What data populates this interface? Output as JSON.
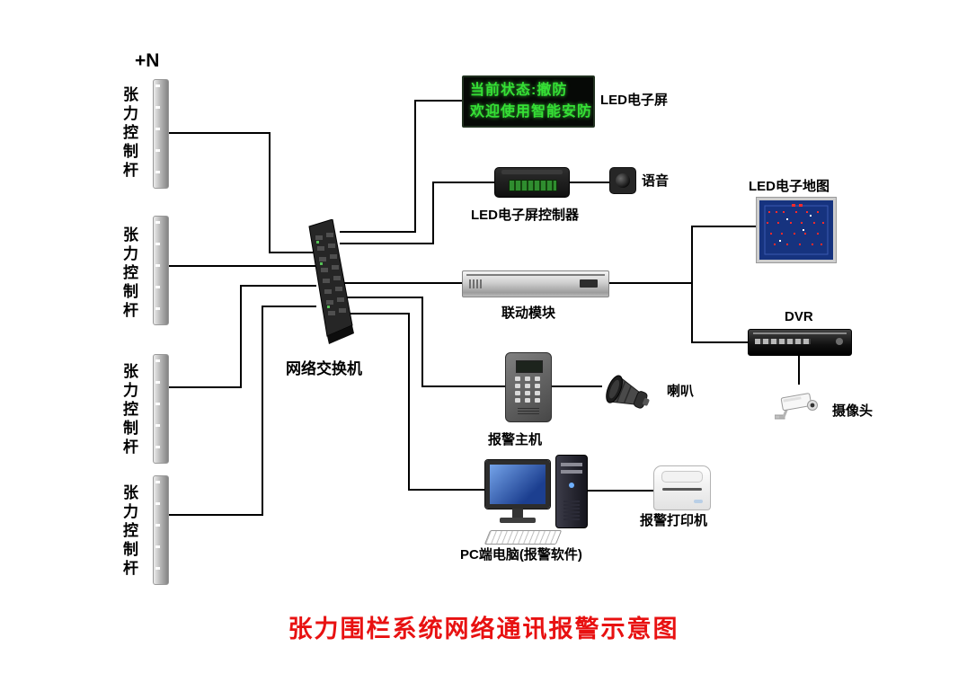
{
  "title": "张力围栏系统网络通讯报警示意图",
  "plus_n": "+N",
  "poles": [
    {
      "label": "张力控制杆"
    },
    {
      "label": "张力控制杆"
    },
    {
      "label": "张力控制杆"
    },
    {
      "label": "张力控制杆"
    }
  ],
  "network_switch": {
    "label": "网络交换机"
  },
  "led_screen": {
    "line1": "当前状态:撤防",
    "line2": "欢迎使用智能安防",
    "label": "LED电子屏"
  },
  "led_controller": {
    "label": "LED电子屏控制器"
  },
  "voice": {
    "label": "语音"
  },
  "linkage_module": {
    "label": "联动模块"
  },
  "led_map": {
    "label": "LED电子地图"
  },
  "dvr": {
    "label": "DVR"
  },
  "camera": {
    "label": "摄像头"
  },
  "alarm_host": {
    "label": "报警主机"
  },
  "horn": {
    "label": "喇叭"
  },
  "pc": {
    "label": "PC端电脑(报警软件)"
  },
  "printer": {
    "label": "报警打印机"
  },
  "colors": {
    "title_red": "#e81111",
    "led_green": "#35e035"
  }
}
